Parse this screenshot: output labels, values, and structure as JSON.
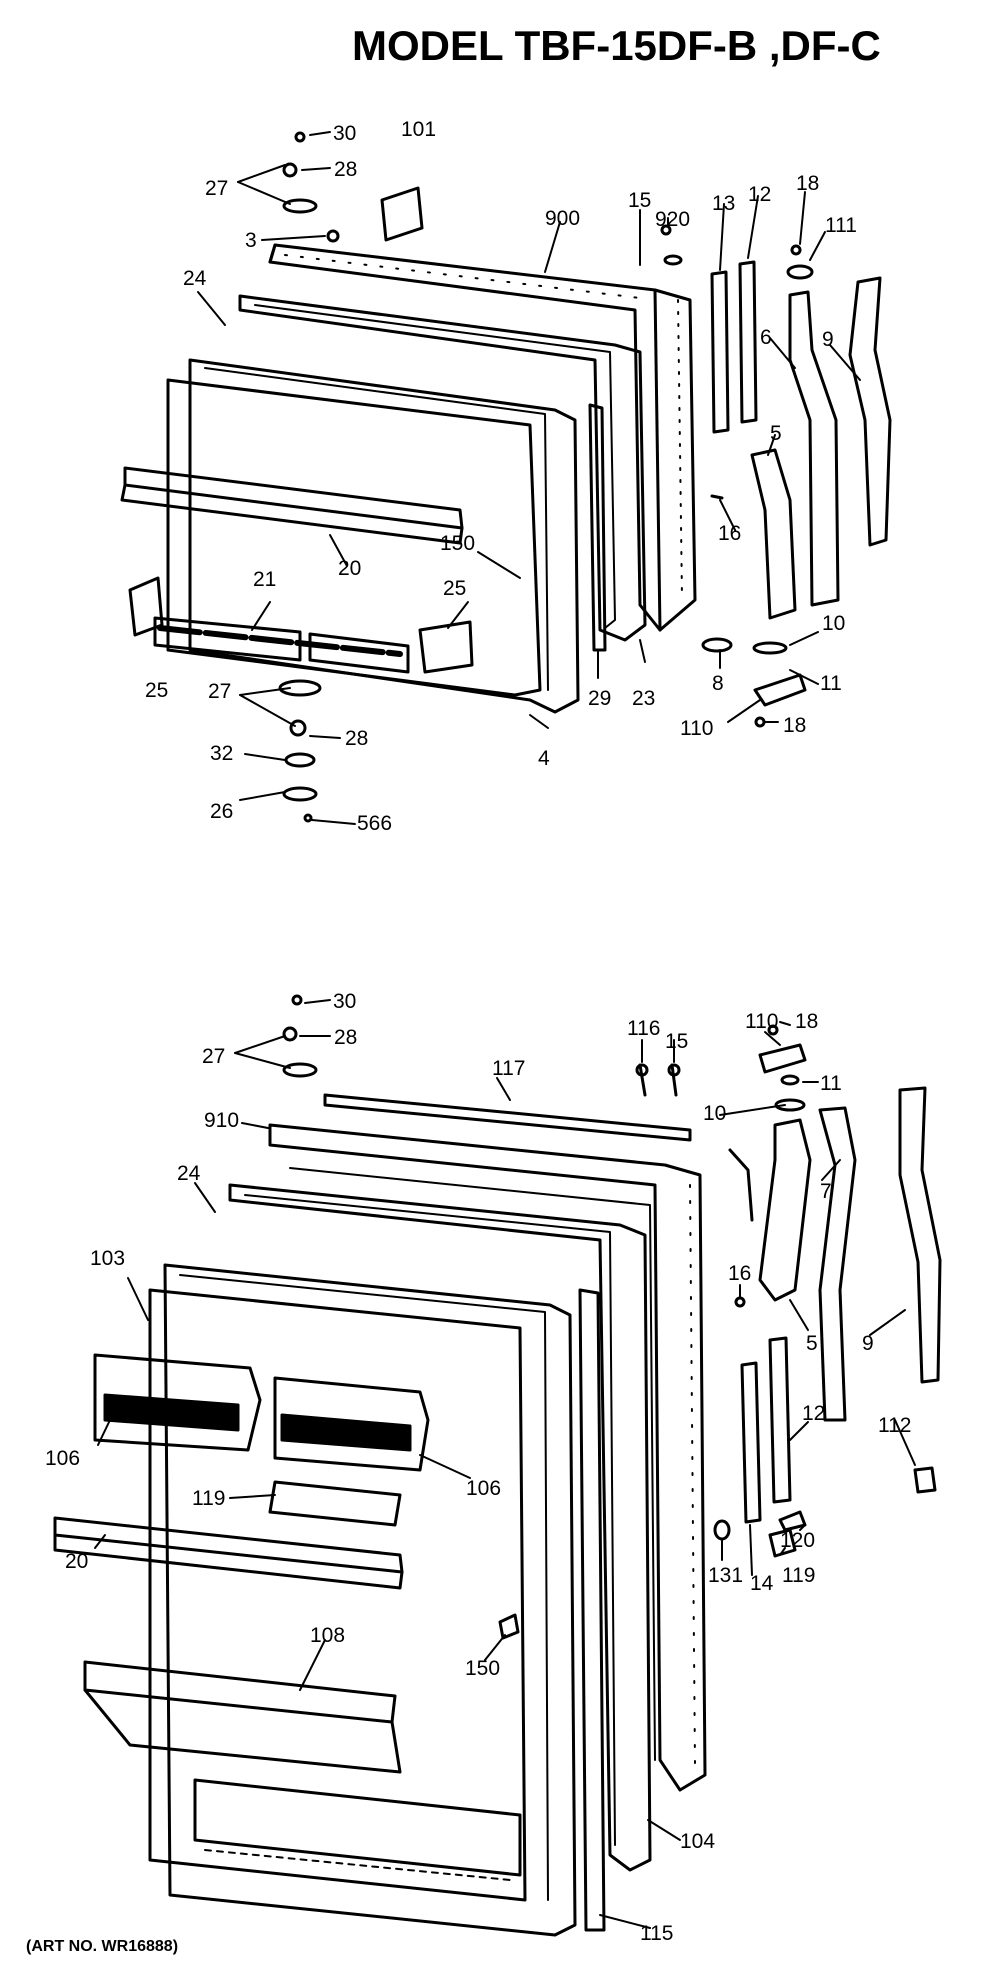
{
  "title": "MODEL TBF-15DF-B ,DF-C",
  "art_number": "(ART NO. WR16888)",
  "upper_door_callouts": [
    "30",
    "101",
    "28",
    "27",
    "3",
    "900",
    "15",
    "920",
    "13",
    "12",
    "18",
    "111",
    "24",
    "6",
    "9",
    "5",
    "16",
    "150",
    "20",
    "21",
    "25",
    "25",
    "10",
    "8",
    "11",
    "29",
    "23",
    "27",
    "110",
    "18",
    "28",
    "32",
    "4",
    "26",
    "566"
  ],
  "lower_door_callouts": [
    "30",
    "28",
    "27",
    "116",
    "15",
    "110",
    "18",
    "117",
    "11",
    "910",
    "10",
    "24",
    "7",
    "103",
    "16",
    "5",
    "9",
    "12",
    "112",
    "106",
    "106",
    "119",
    "120",
    "20",
    "131",
    "14",
    "119",
    "108",
    "150",
    "104",
    "115"
  ]
}
